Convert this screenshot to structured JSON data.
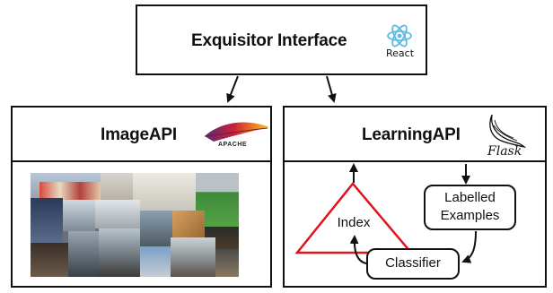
{
  "top": {
    "title": "Exquisitor Interface",
    "logo_label": "React",
    "logo_icon": "react-logo-icon"
  },
  "image_api": {
    "title": "ImageAPI",
    "logo_label": "APACHE",
    "logo_icon": "apache-feather-icon",
    "content": "photo-collage"
  },
  "learning_api": {
    "title": "LearningAPI",
    "logo_label": "Flask",
    "logo_icon": "flask-horn-icon",
    "nodes": {
      "index": "Index",
      "labelled_line1": "Labelled",
      "labelled_line2": "Examples",
      "classifier": "Classifier"
    }
  },
  "colors": {
    "index_triangle": "#e0141c",
    "react_blue": "#5fb9e0",
    "apache_red": "#c8203b"
  }
}
